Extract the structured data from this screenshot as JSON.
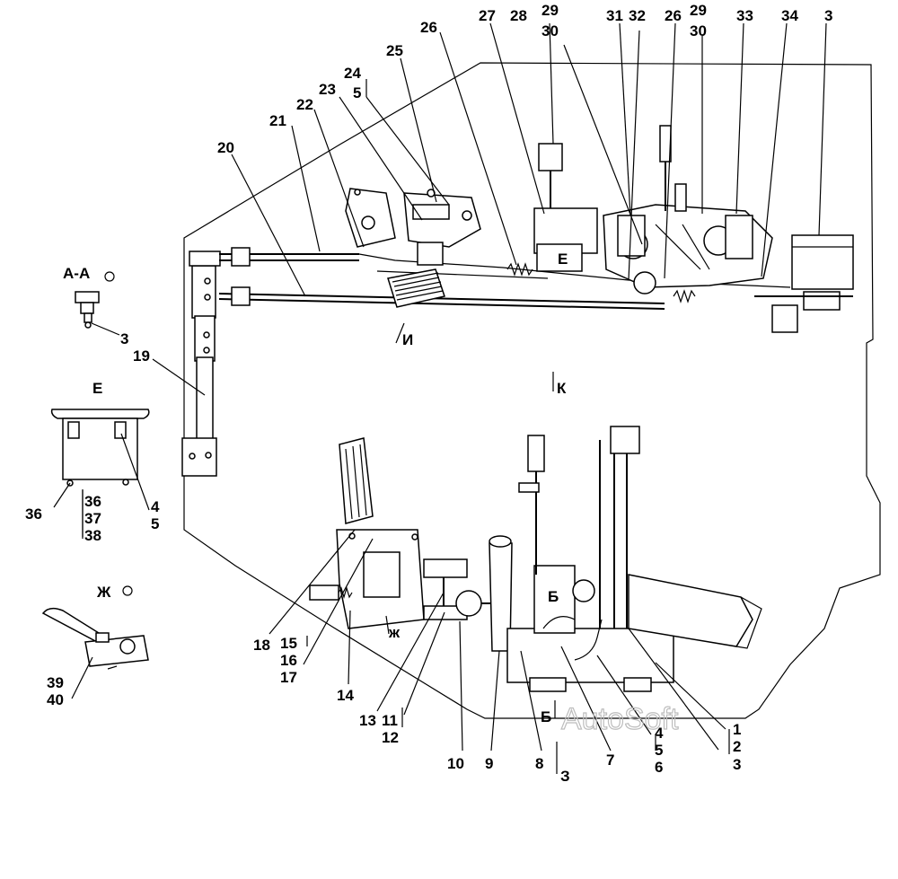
{
  "labels": {
    "n1": "1",
    "n2": "2",
    "n3": "3",
    "n4": "4",
    "n5": "5",
    "n6": "6",
    "n7": "7",
    "n8": "8",
    "n9": "9",
    "n10": "10",
    "n11": "11",
    "n12": "12",
    "n13": "13",
    "n14": "14",
    "n15": "15",
    "n16": "16",
    "n17": "17",
    "n18": "18",
    "n19": "19",
    "n20": "20",
    "n21": "21",
    "n22": "22",
    "n23": "23",
    "n24": "24",
    "n24b": "5",
    "n25": "25",
    "n26": "26",
    "n26b": "26",
    "n27": "27",
    "n28": "28",
    "n29": "29",
    "n30": "30",
    "n29b": "29",
    "n30b": "30",
    "n31": "31",
    "n32": "32",
    "n33": "33",
    "n34": "34",
    "n3top": "3",
    "n3aa": "3",
    "n36a": "36",
    "n36b": "36",
    "n37": "37",
    "n38": "38",
    "n4e": "4",
    "n5e": "5",
    "n39": "39",
    "n40": "40"
  },
  "views": {
    "aa": "А-А",
    "e": "Е",
    "zh": "Ж",
    "i": "И",
    "k": "К",
    "zh_mark": "ж",
    "z": "З",
    "b_mark": "Б",
    "e_mark": "Е",
    "b_mark2": "Б"
  },
  "watermark": "AutoSoft"
}
